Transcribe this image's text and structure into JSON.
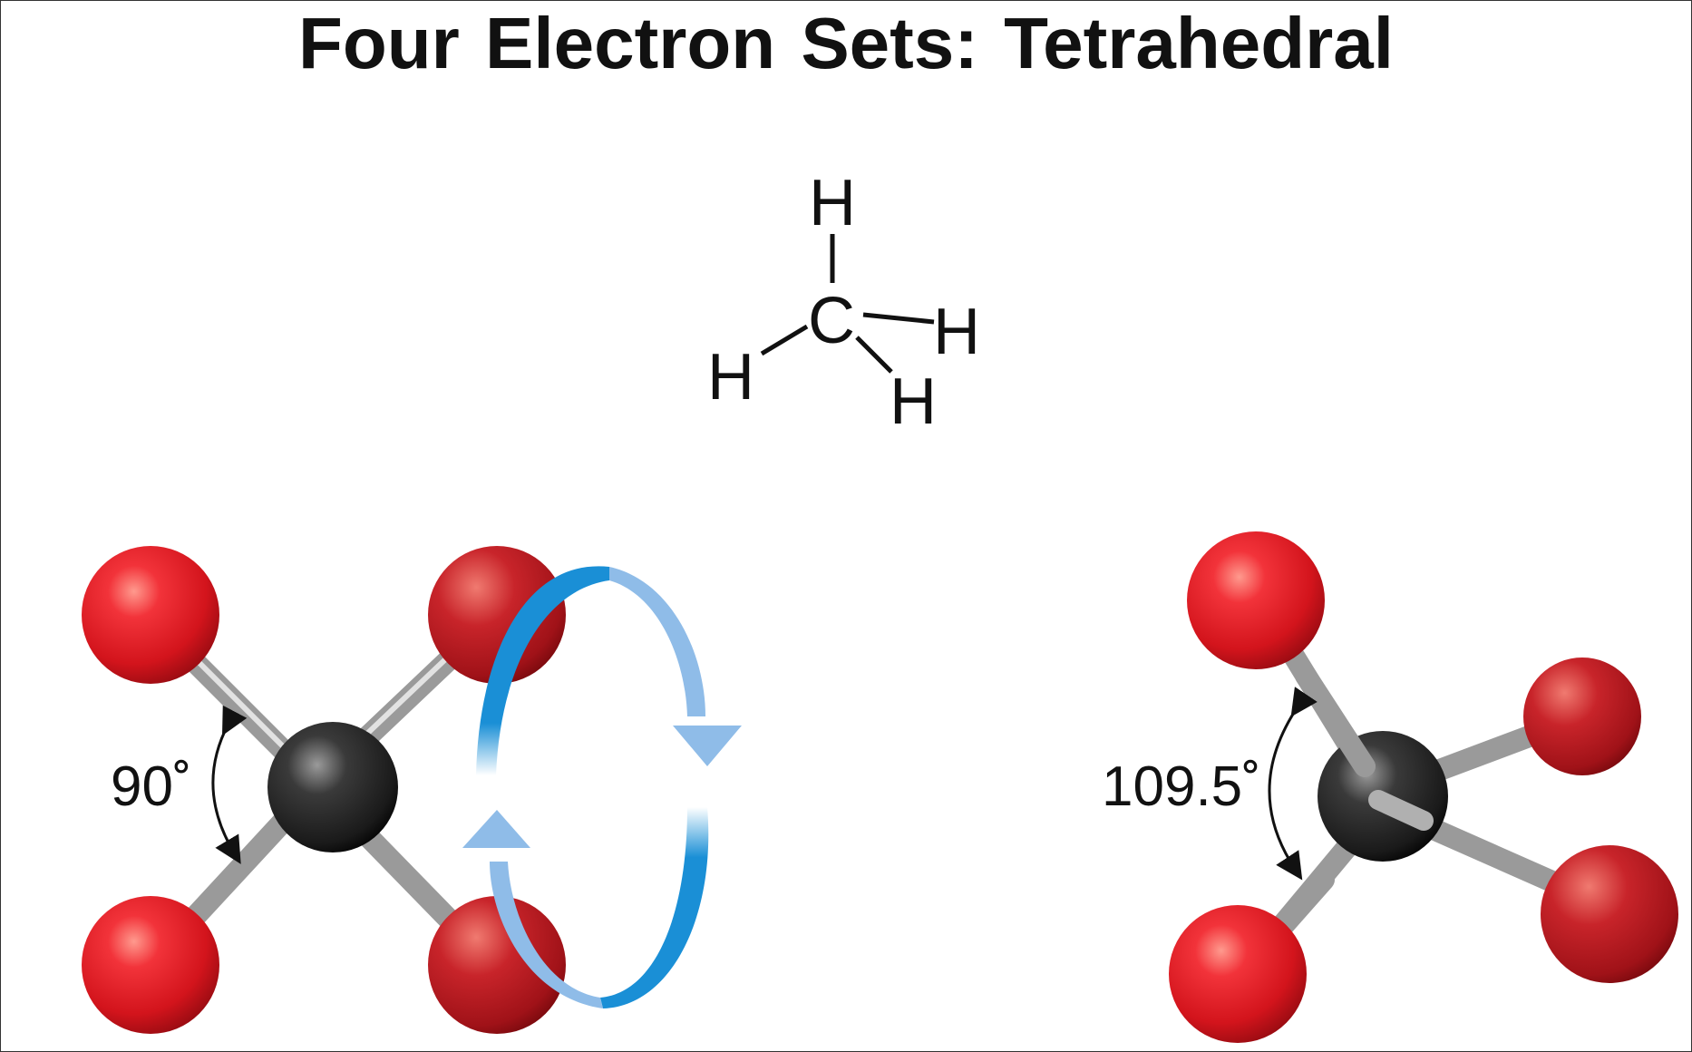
{
  "title": "Four Electron Sets:  Tetrahedral",
  "lewis": {
    "center": "C",
    "h_top": "H",
    "h_right": "H",
    "h_left": "H",
    "h_bottom": "H"
  },
  "planar_model": {
    "angle_label": "90˚"
  },
  "tetrahedral_model": {
    "angle_label": "109.5˚"
  },
  "colors": {
    "ligand": "#e0141b",
    "central_atom": "#2a2a2a",
    "bond": "#a8a8a8",
    "rotation_arrow_dark": "#1a8fd6",
    "rotation_arrow_light": "#8fbce8"
  }
}
